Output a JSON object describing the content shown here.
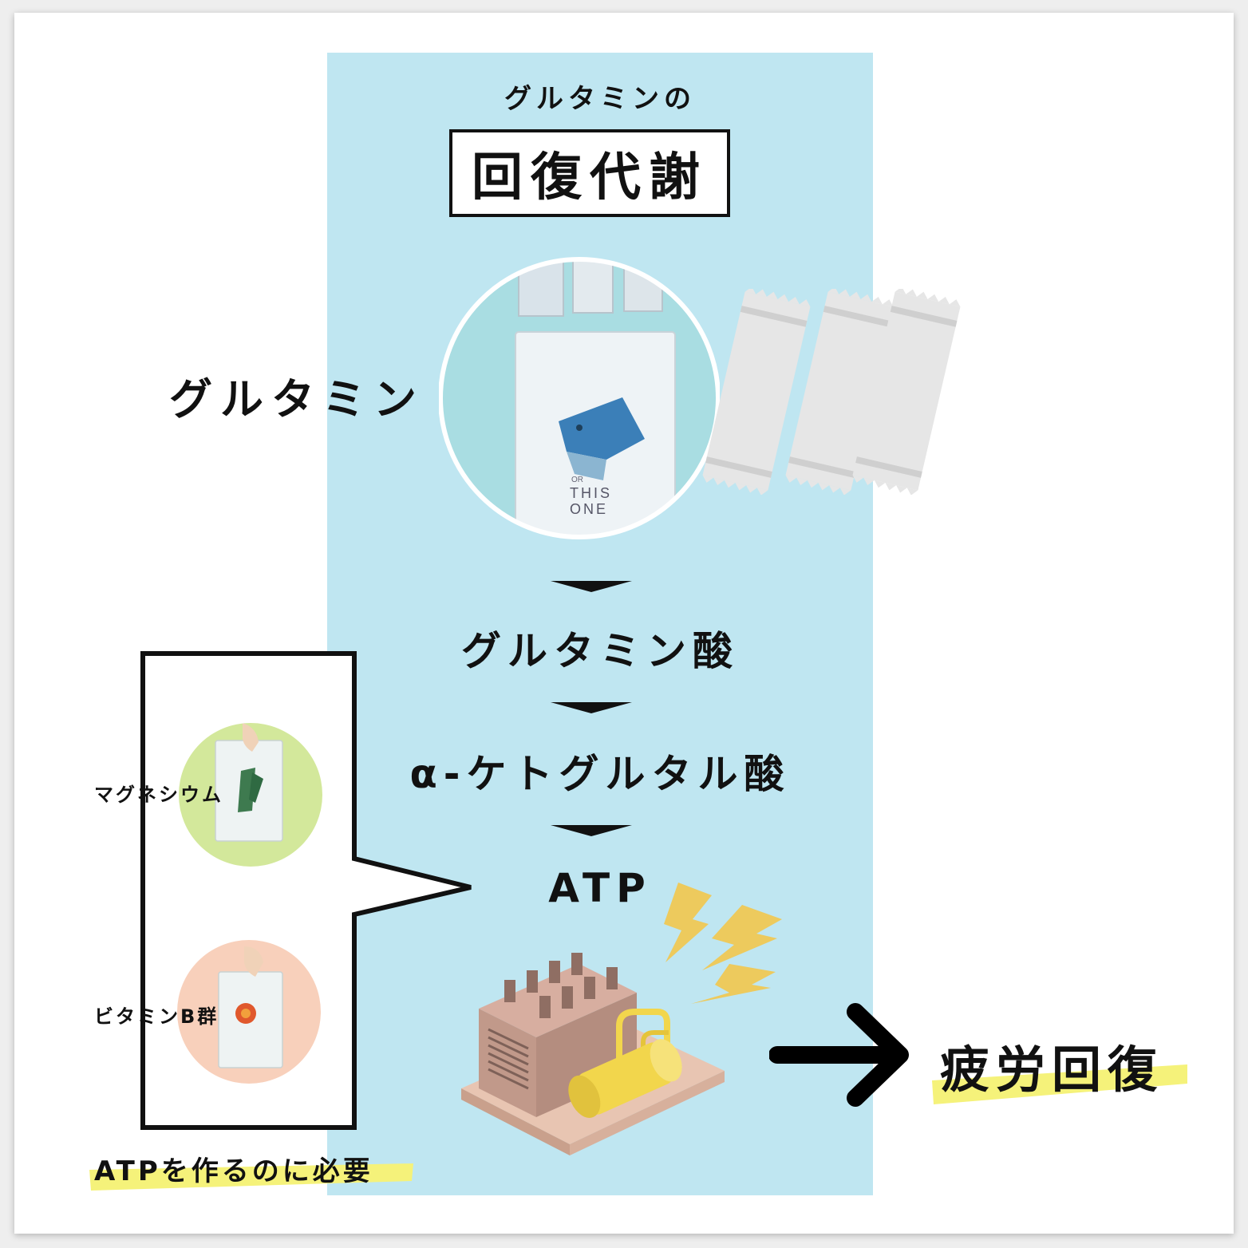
{
  "diagram": {
    "subtitle": "グルタミンの",
    "title": "回復代謝",
    "input_label": "グルタミン",
    "steps": [
      "グルタミン酸",
      "α-ケトグルタル酸",
      "ATP"
    ],
    "result": "疲労回復",
    "cofactors": [
      {
        "label": "マグネシウム",
        "color": "#d3e89b"
      },
      {
        "label": "ビタミンB群",
        "color": "#f8d0bb"
      }
    ],
    "cofactor_note": "ATPを作るのに必要",
    "product_text": {
      "brand": "OR",
      "name_line1": "THIS",
      "name_line2": "ONE"
    },
    "colors": {
      "band": "#bfe6f1",
      "highlight": "#f5f27a",
      "bolt": "#f2c64c"
    }
  }
}
